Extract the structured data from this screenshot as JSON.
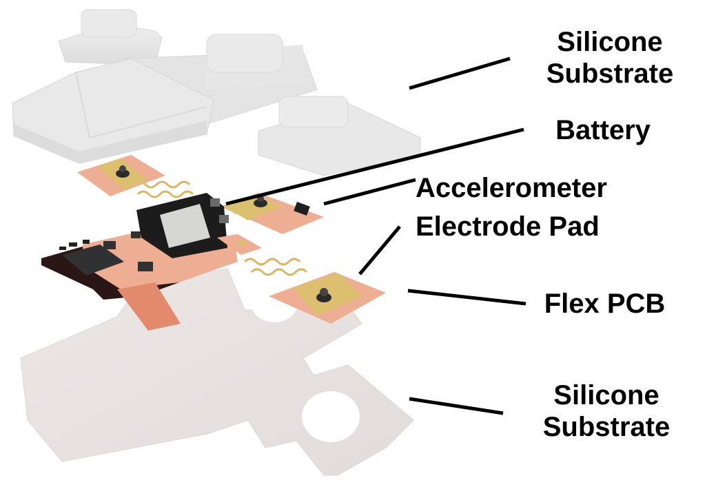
{
  "figure": {
    "labels": {
      "silicone_top": [
        "Silicone",
        "Substrate"
      ],
      "battery": "Battery",
      "accelerometer": "Accelerometer",
      "electrode_pad": "Electrode Pad",
      "flex_pcb": "Flex PCB",
      "silicone_bottom": [
        "Silicone",
        "Substrate"
      ]
    },
    "colors": {
      "silicone": "#e6e6e6",
      "silicone_shade": "#d4d4d4",
      "bottom_substrate": "#e9e4e3",
      "copper": "#eeae94",
      "copper_dark": "#e48a6c",
      "gold": "#dcc070",
      "pcb_dark": "#2a1614",
      "chip": "#2f3133",
      "battery_body": "#1c1c1c",
      "battery_face": "#d6d6d4",
      "leader": "#000000"
    }
  }
}
